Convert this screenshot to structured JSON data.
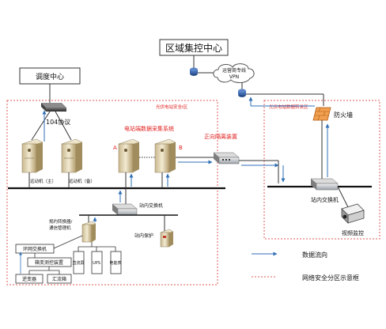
{
  "title_center": "区域集控中心",
  "dispatch_center": "调度中心",
  "vpn": {
    "line1": "运营商专线",
    "line2": "VPN"
  },
  "protocol_104": "104协议",
  "pv_safety_zone": "光伏电站安全I区",
  "pv_data_zone": "光伏电站数据转发区",
  "remote_main": "远动机（主）",
  "remote_backup": "远动机（备）",
  "collection_system": "电站端数据采集系统",
  "forward_isolation": "正向隔离装置",
  "label_a": "A",
  "label_b": "B",
  "firewall": "防火墙",
  "station_switch_left": "站内交换机",
  "station_switch_right": "站内交换机",
  "converter_label": {
    "line1": "规约转换器/",
    "line2": "通信管理机"
  },
  "station_protection": "站内保护",
  "ring_switch": "环网交换机",
  "box_monitor": "箱变测控装置",
  "inverter": "逆变器",
  "combiner": "汇流箱",
  "device_rect": "直流屏",
  "device_ups": "UPS",
  "device_meter": "电能表",
  "video": "视频监控",
  "legend": {
    "flow": "数据流向",
    "zone": "网络安全分区示意框"
  },
  "colors": {
    "flow_blue": "#2f6fb5",
    "zone_red": "#e05a5a",
    "title_red": "#e0201f"
  }
}
